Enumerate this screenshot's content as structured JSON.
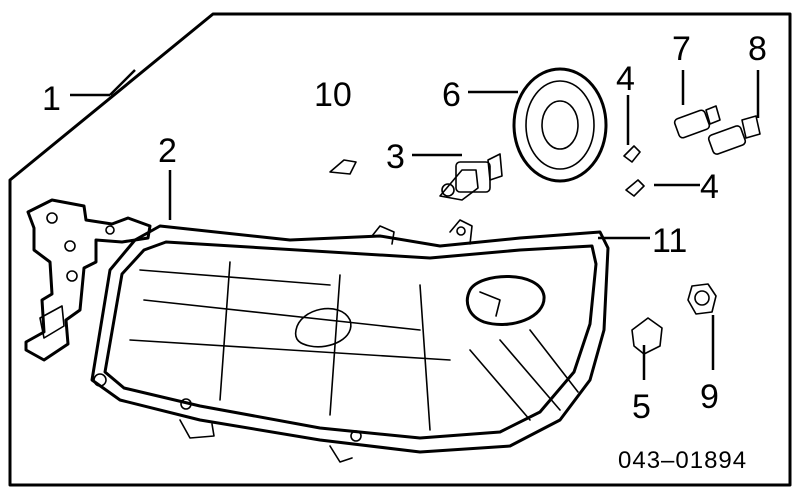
{
  "diagram": {
    "part_number": "043–01894",
    "callouts": [
      "1",
      "2",
      "3",
      "4",
      "4",
      "5",
      "6",
      "7",
      "8",
      "9",
      "10",
      "11"
    ]
  }
}
